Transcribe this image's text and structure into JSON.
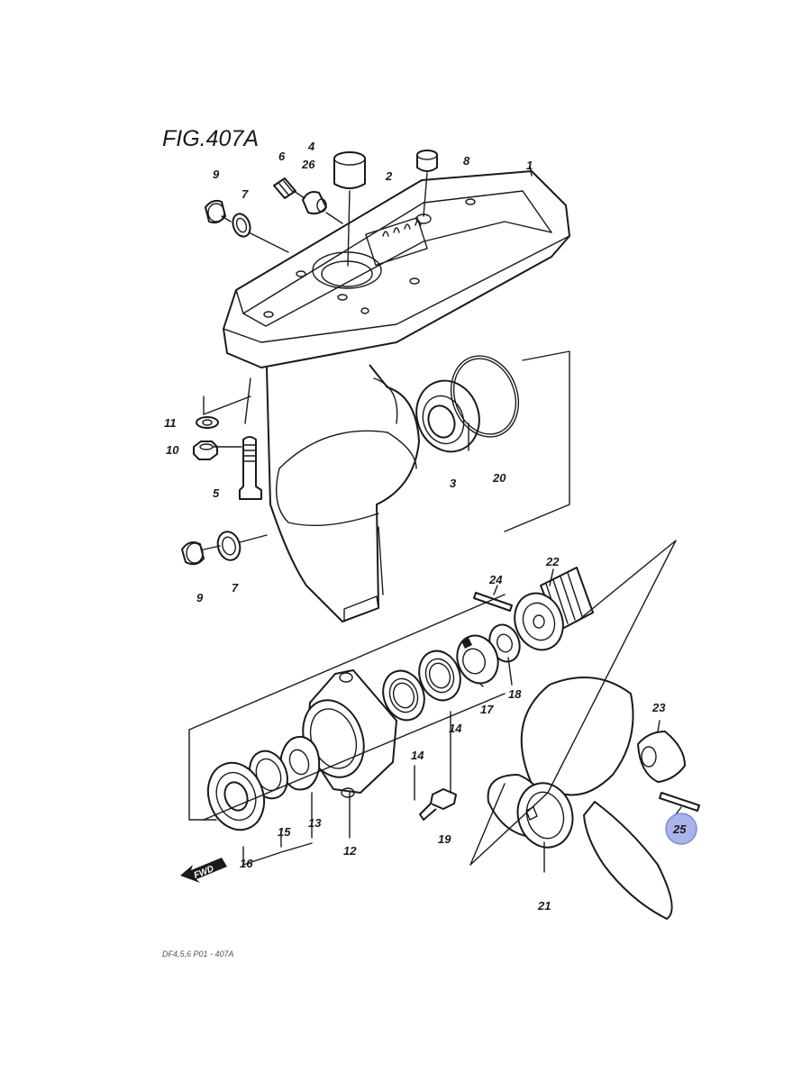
{
  "figure": {
    "title": "FIG.407A",
    "footer": "DF4,5,6 P01 - 407A",
    "fwd_label": "FWD",
    "highlight_color": "#aab4ea",
    "highlighted_part": "25"
  },
  "part_labels": {
    "p1": "1",
    "p2": "2",
    "p3": "3",
    "p4": "4",
    "p5": "5",
    "p6": "6",
    "p7a": "7",
    "p7b": "7",
    "p8": "8",
    "p9a": "9",
    "p9b": "9",
    "p10": "10",
    "p11": "11",
    "p12": "12",
    "p13": "13",
    "p14a": "14",
    "p14b": "14",
    "p15": "15",
    "p16": "16",
    "p17": "17",
    "p18": "18",
    "p19": "19",
    "p20": "20",
    "p21": "21",
    "p22": "22",
    "p23": "23",
    "p24": "24",
    "p25": "25",
    "p26": "26"
  }
}
